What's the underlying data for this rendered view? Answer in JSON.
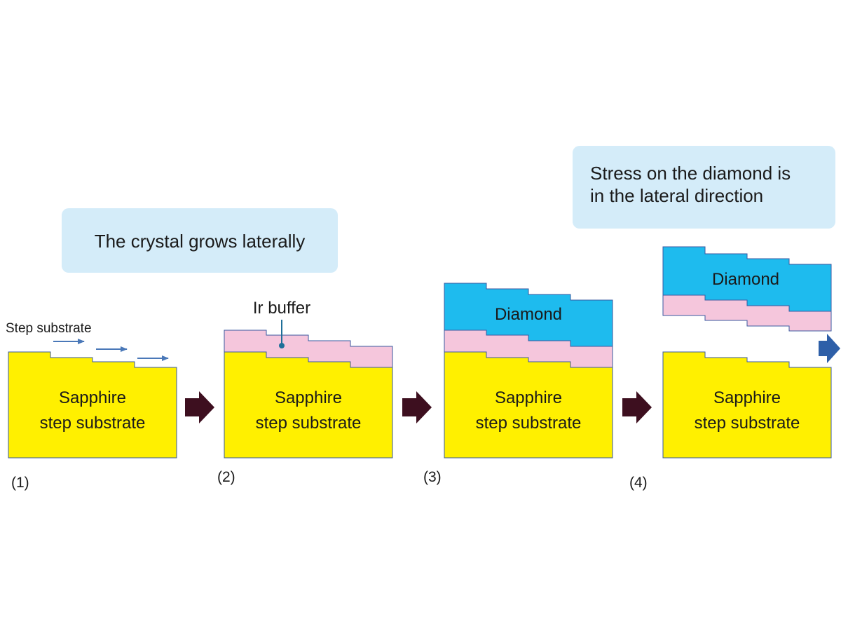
{
  "callouts": {
    "lateral_growth": "The crystal grows laterally",
    "stress_line1": "Stress on the diamond is",
    "stress_line2": "in the lateral direction"
  },
  "labels": {
    "step_substrate": "Step substrate",
    "ir_buffer": "Ir buffer",
    "sapphire_line1": "Sapphire",
    "sapphire_line2": "step substrate",
    "diamond": "Diamond"
  },
  "steps": [
    "(1)",
    "(2)",
    "(3)",
    "(4)"
  ],
  "colors": {
    "sapphire": "#fff000",
    "ir_buffer": "#f5c6dc",
    "diamond": "#1ebbee",
    "callout_bg": "#d4ecf9",
    "process_arrow": "#3d0f1f",
    "step_arrow": "#4a78b8",
    "outline": "#3a5aa0"
  }
}
